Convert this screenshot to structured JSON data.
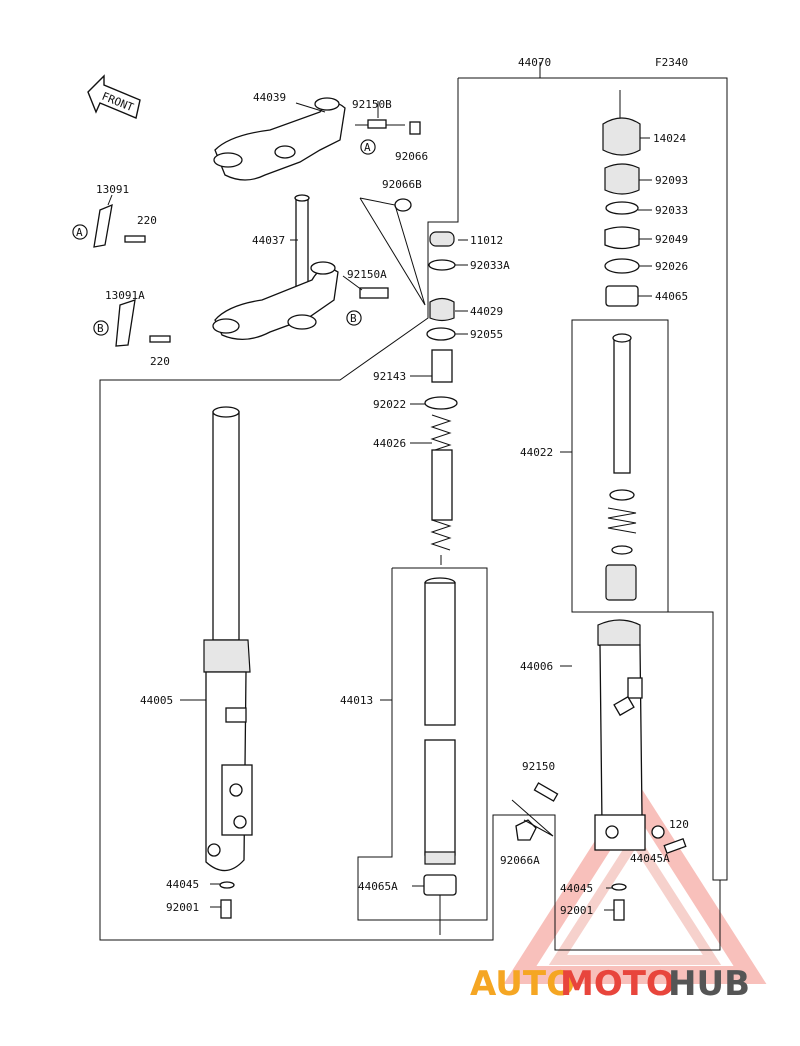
{
  "diagram": {
    "code": "F2340",
    "front_label": "FRONT",
    "labels": [
      {
        "id": "44070",
        "text": "44070"
      },
      {
        "id": "44039",
        "text": "44039"
      },
      {
        "id": "92150B",
        "text": "92150B"
      },
      {
        "id": "92066",
        "text": "92066"
      },
      {
        "id": "92066B",
        "text": "92066B"
      },
      {
        "id": "13091",
        "text": "13091"
      },
      {
        "id": "220a",
        "text": "220"
      },
      {
        "id": "44037",
        "text": "44037"
      },
      {
        "id": "92150A",
        "text": "92150A"
      },
      {
        "id": "13091A",
        "text": "13091A"
      },
      {
        "id": "220b",
        "text": "220"
      },
      {
        "id": "11012",
        "text": "11012"
      },
      {
        "id": "92033A",
        "text": "92033A"
      },
      {
        "id": "44029",
        "text": "44029"
      },
      {
        "id": "92055",
        "text": "92055"
      },
      {
        "id": "92143",
        "text": "92143"
      },
      {
        "id": "92022",
        "text": "92022"
      },
      {
        "id": "44026",
        "text": "44026"
      },
      {
        "id": "14024",
        "text": "14024"
      },
      {
        "id": "92093",
        "text": "92093"
      },
      {
        "id": "92033",
        "text": "92033"
      },
      {
        "id": "92049",
        "text": "92049"
      },
      {
        "id": "92026",
        "text": "92026"
      },
      {
        "id": "44065",
        "text": "44065"
      },
      {
        "id": "44022",
        "text": "44022"
      },
      {
        "id": "44006",
        "text": "44006"
      },
      {
        "id": "44005",
        "text": "44005"
      },
      {
        "id": "44013",
        "text": "44013"
      },
      {
        "id": "92150",
        "text": "92150"
      },
      {
        "id": "92066A",
        "text": "92066A"
      },
      {
        "id": "120",
        "text": "120"
      },
      {
        "id": "44045A",
        "text": "44045A"
      },
      {
        "id": "44045L",
        "text": "44045"
      },
      {
        "id": "92001L",
        "text": "92001"
      },
      {
        "id": "44065A",
        "text": "44065A"
      },
      {
        "id": "44045R",
        "text": "44045"
      },
      {
        "id": "92001R",
        "text": "92001"
      }
    ],
    "markers": [
      "A",
      "A",
      "B",
      "B"
    ]
  },
  "watermark": {
    "part1": "AUTO",
    "part2": "MOTO",
    "part3": "HUB",
    "color1": "#f5a623",
    "color2": "#e8453c",
    "color3": "#555555"
  }
}
